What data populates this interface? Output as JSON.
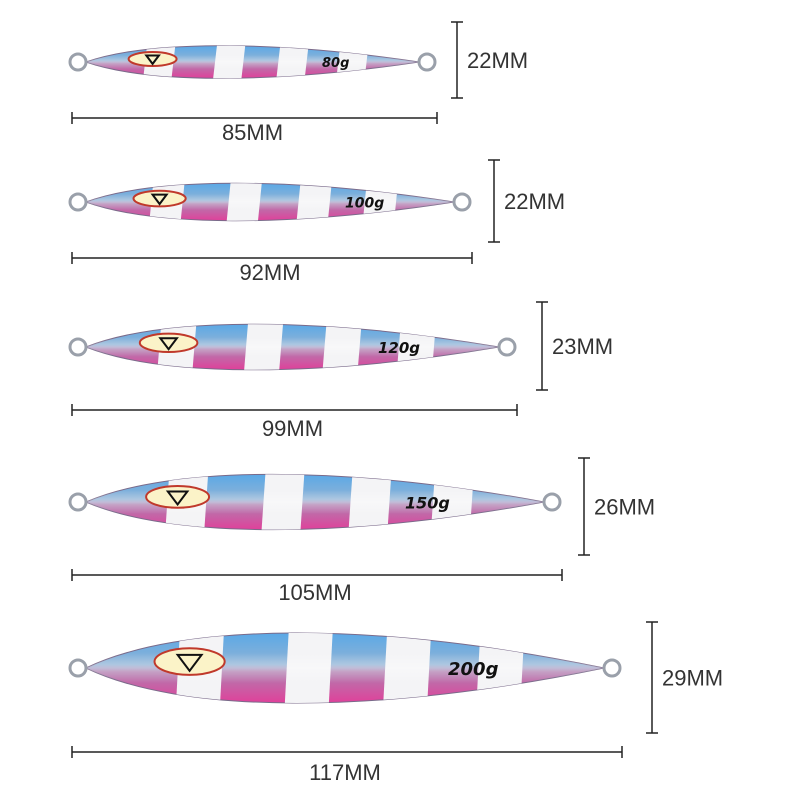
{
  "lures": [
    {
      "weight_label": "80g",
      "length_label": "85MM",
      "height_label": "22MM"
    },
    {
      "weight_label": "100g",
      "length_label": "92MM",
      "height_label": "22MM"
    },
    {
      "weight_label": "120g",
      "length_label": "99MM",
      "height_label": "23MM"
    },
    {
      "weight_label": "150g",
      "length_label": "105MM",
      "height_label": "26MM"
    },
    {
      "weight_label": "200g",
      "length_label": "117MM",
      "height_label": "29MM"
    }
  ],
  "colors": {
    "blue_back": "#5aa8e6",
    "pink_belly": "#e0409a",
    "glow_band": "#f4f4f6",
    "eye_outline": "#c0392b",
    "dimension_line": "#222222",
    "label_text": "#333333"
  }
}
